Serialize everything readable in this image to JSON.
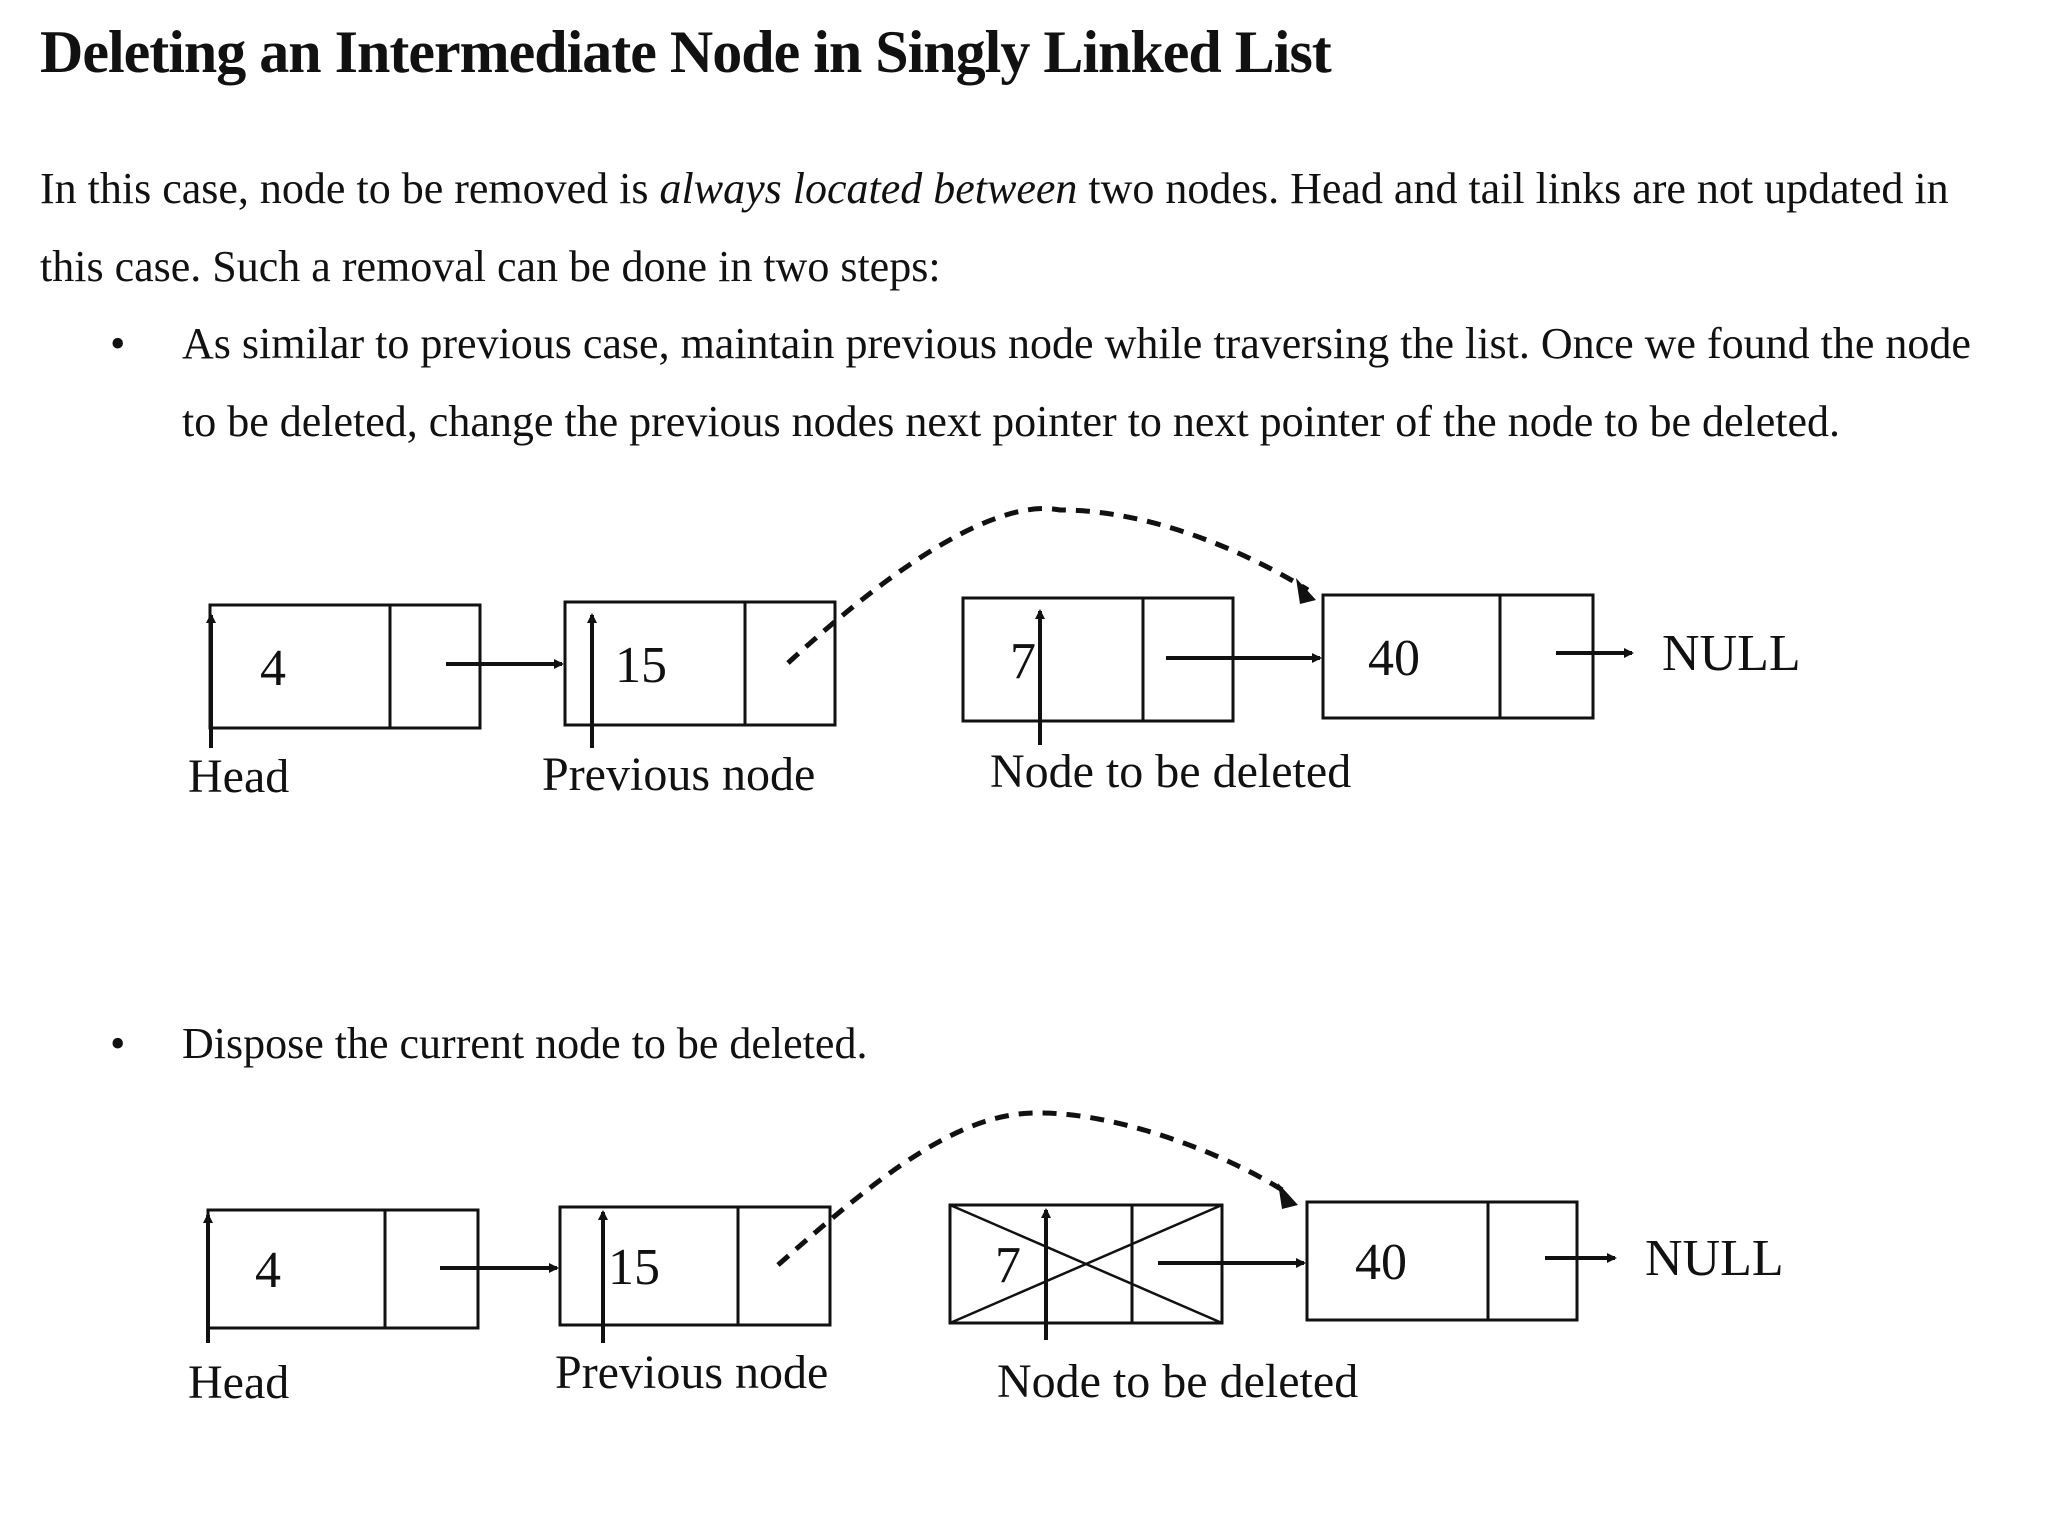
{
  "title": "Deleting an Intermediate Node in Singly Linked List",
  "intro": {
    "before": "In this case, node to be removed is ",
    "emphasis": "always located between",
    "after": " two nodes. Head and tail links are not updated in this case. Such a removal can be done in two steps:"
  },
  "bullet_symbol": "•",
  "steps": [
    {
      "text": "As similar to previous case, maintain previous node while traversing the list. Once we found the node to be deleted, change the previous nodes next pointer to next pointer of the node to be deleted."
    },
    {
      "text": "Dispose the current node to be deleted."
    }
  ],
  "diagrams": [
    {
      "nodes": [
        "4",
        "15",
        "7",
        "40"
      ],
      "null_label": "NULL",
      "pointer_labels": [
        "Head",
        "Previous node",
        "Node to be deleted"
      ],
      "deleted_node_crossed": false
    },
    {
      "nodes": [
        "4",
        "15",
        "7",
        "40"
      ],
      "null_label": "NULL",
      "pointer_labels": [
        "Head",
        "Previous node",
        "Node to be deleted"
      ],
      "deleted_node_crossed": true
    }
  ]
}
